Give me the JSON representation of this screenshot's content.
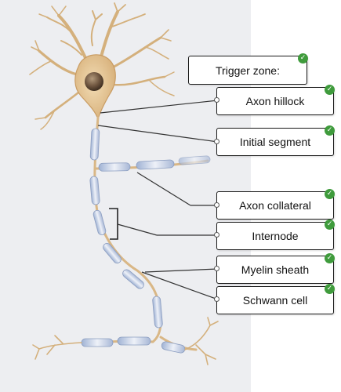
{
  "diagram": {
    "header_label": "Trigger zone:",
    "labels": [
      {
        "id": "axon-hillock",
        "text": "Axon hillock",
        "correct": true
      },
      {
        "id": "initial-segment",
        "text": "Initial segment",
        "correct": true
      },
      {
        "id": "axon-collateral",
        "text": "Axon collateral",
        "correct": true
      },
      {
        "id": "internode",
        "text": "Internode",
        "correct": true
      },
      {
        "id": "myelin-sheath",
        "text": "Myelin sheath",
        "correct": true
      },
      {
        "id": "schwann-cell",
        "text": "Schwann cell",
        "correct": true
      }
    ],
    "header_correct": true
  }
}
